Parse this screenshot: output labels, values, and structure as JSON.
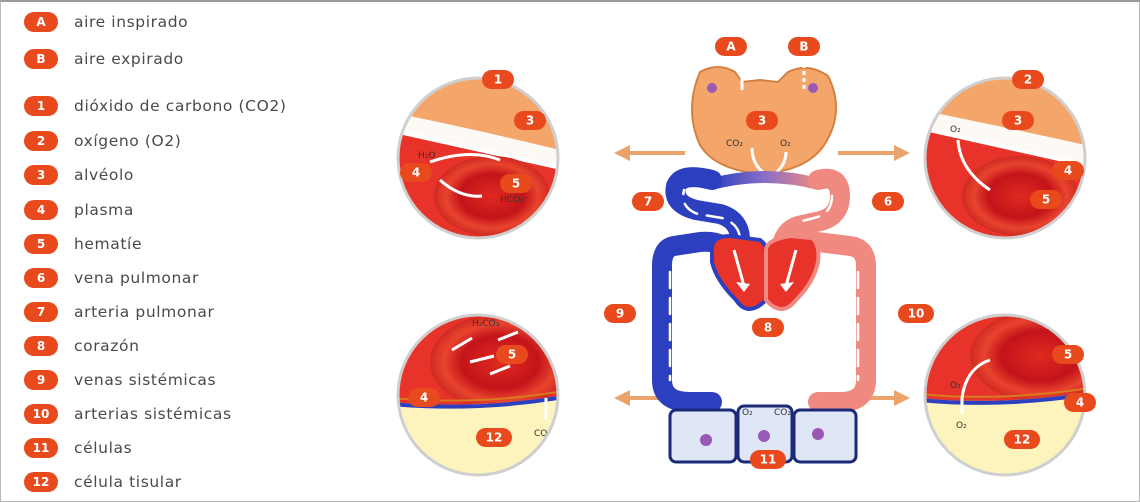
{
  "legend": {
    "items": [
      {
        "badge": "A",
        "label": "aire inspirado"
      },
      {
        "badge": "B",
        "label": "aire expirado"
      },
      {
        "badge": "1",
        "label": "dióxido de carbono (CO2)"
      },
      {
        "badge": "2",
        "label": "oxígeno (O2)"
      },
      {
        "badge": "3",
        "label": "alvéolo"
      },
      {
        "badge": "4",
        "label": "plasma"
      },
      {
        "badge": "5",
        "label": "hematíe"
      },
      {
        "badge": "6",
        "label": "vena pulmonar"
      },
      {
        "badge": "7",
        "label": "arteria pulmonar"
      },
      {
        "badge": "8",
        "label": "corazón"
      },
      {
        "badge": "9",
        "label": "venas sistémicas"
      },
      {
        "badge": "10",
        "label": "arterias sistémicas"
      },
      {
        "badge": "11",
        "label": "células"
      },
      {
        "badge": "12",
        "label": "célula tisular"
      }
    ]
  },
  "diagram": {
    "labels": {
      "A": "A",
      "B": "B",
      "n1": "1",
      "n2": "2",
      "n3": "3",
      "n4": "4",
      "n5": "5",
      "n6": "6",
      "n7": "7",
      "n8": "8",
      "n9": "9",
      "n10": "10",
      "n11": "11",
      "n12": "12"
    },
    "chem": {
      "co2": "CO₂",
      "o2": "O₂",
      "h2o": "H₂O",
      "hco3": "HCO₃⁻",
      "h2co3": "H₂CO₃"
    },
    "colors": {
      "badge": "#e8491d",
      "alveolus": "#f4a66a",
      "plasma": "#e8332a",
      "deoxygenated": "#2c3fbf",
      "oxygenated": "#f08a80",
      "tissue": "#fdf3bd",
      "cell": "#dfe6f5"
    }
  }
}
